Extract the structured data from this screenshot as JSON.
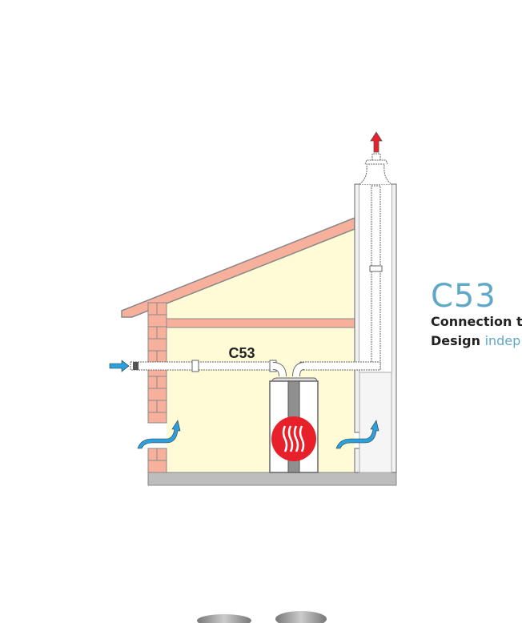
{
  "diagram": {
    "pipe_label": "C53",
    "colors": {
      "brick": "#f7b09c",
      "interior": "#fffbd6",
      "floor": "#bdbdbd",
      "air_arrow": "#2aa0dc",
      "exhaust_arrow": "#e8202a",
      "boiler_badge": "#e8202a"
    }
  },
  "side_panel": {
    "title": "C53",
    "line1": "Connection t",
    "line2_prefix": "Design ",
    "line2_accent": "indep"
  }
}
